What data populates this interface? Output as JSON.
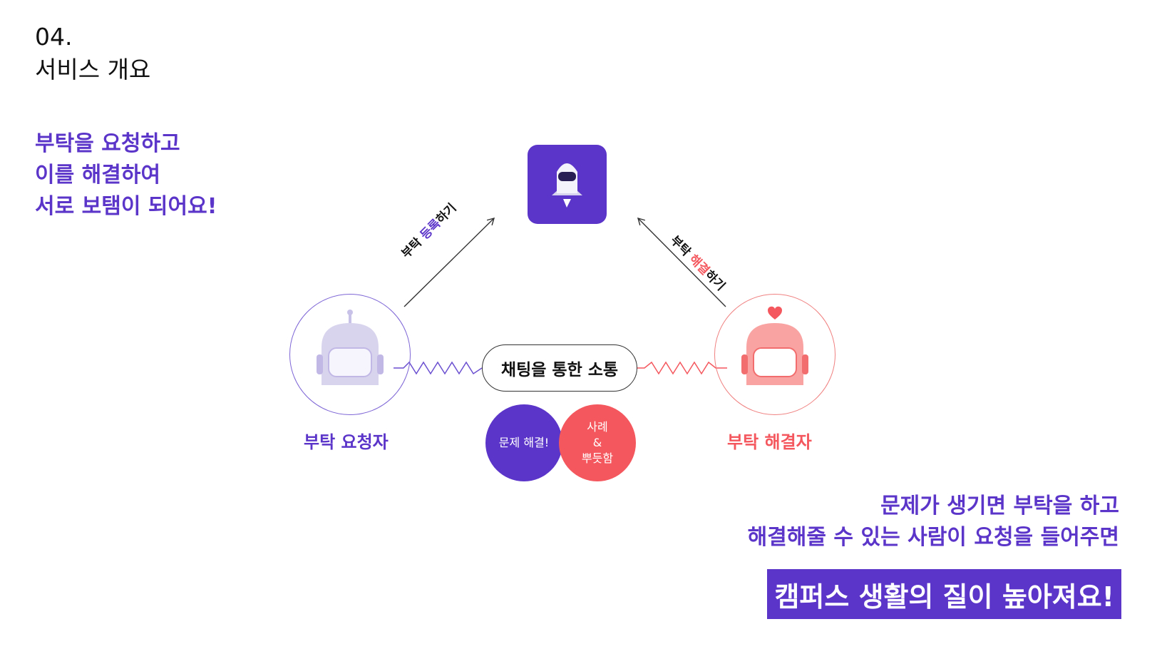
{
  "header": {
    "section_number": "04.",
    "section_title": "서비스 개요"
  },
  "intro": {
    "lines": [
      "부탁을 요청하고",
      "이를 해결하여",
      "서로 보탬이 되어요!"
    ]
  },
  "diagram": {
    "app_icon": "rocket-icon",
    "arrow_left": {
      "prefix": "부탁 ",
      "highlight": "등록",
      "suffix": "하기"
    },
    "arrow_right": {
      "prefix": "부탁 ",
      "highlight": "해결",
      "suffix": "하기"
    },
    "requester_label": "부탁 요청자",
    "solver_label": "부탁 해결자",
    "chat_label": "채팅을 통한 소통",
    "bubble_solve": "문제 해결!",
    "bubble_case": [
      "사례",
      "&",
      "뿌듯함"
    ],
    "requester_avatar": "robot-icon",
    "solver_avatar": "robot-heart-icon"
  },
  "outro": {
    "lines": [
      "문제가 생기면 부탁을 하고",
      "해결해줄 수 있는 사람이 요청을 들어주면"
    ],
    "highlight": "캠퍼스 생활의 질이 높아져요!"
  },
  "colors": {
    "purple": "#5b35c9",
    "red": "#f4575d",
    "lavender": "#d9d4ee",
    "pink": "#f9a3a3"
  }
}
